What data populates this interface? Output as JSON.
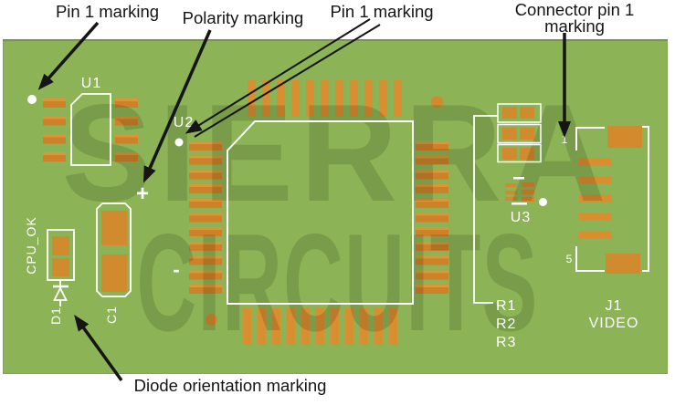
{
  "diagram_title": "PCB silkscreen markings diagram",
  "annotations": {
    "pin1_u1": "Pin 1 marking",
    "polarity": "Polarity marking",
    "pin1_u2": "Pin 1 marking",
    "connector_pin1_line1": "Connector pin 1",
    "connector_pin1_line2": "marking",
    "diode_orientation": "Diode orientation marking"
  },
  "silkscreen": {
    "u1": "U1",
    "u2": "U2",
    "u3": "U3",
    "c1": "C1",
    "d1": "D1",
    "cpu_ok": "CPU_OK",
    "plus": "+",
    "minus": "-",
    "resistors": [
      "R1",
      "R2",
      "R3"
    ],
    "j1": "J1",
    "j1_name": "VIDEO",
    "j1_pin1": "1",
    "j1_pin5": "5"
  },
  "watermark": {
    "line1": "SIERRA",
    "line2": "CIRCUITS"
  },
  "colors": {
    "board_green": "#8cb456",
    "pad_copper": "#d28a2e",
    "silkscreen_white": "#ffffff",
    "annotation_black": "#151515",
    "background": "#ffffff"
  }
}
